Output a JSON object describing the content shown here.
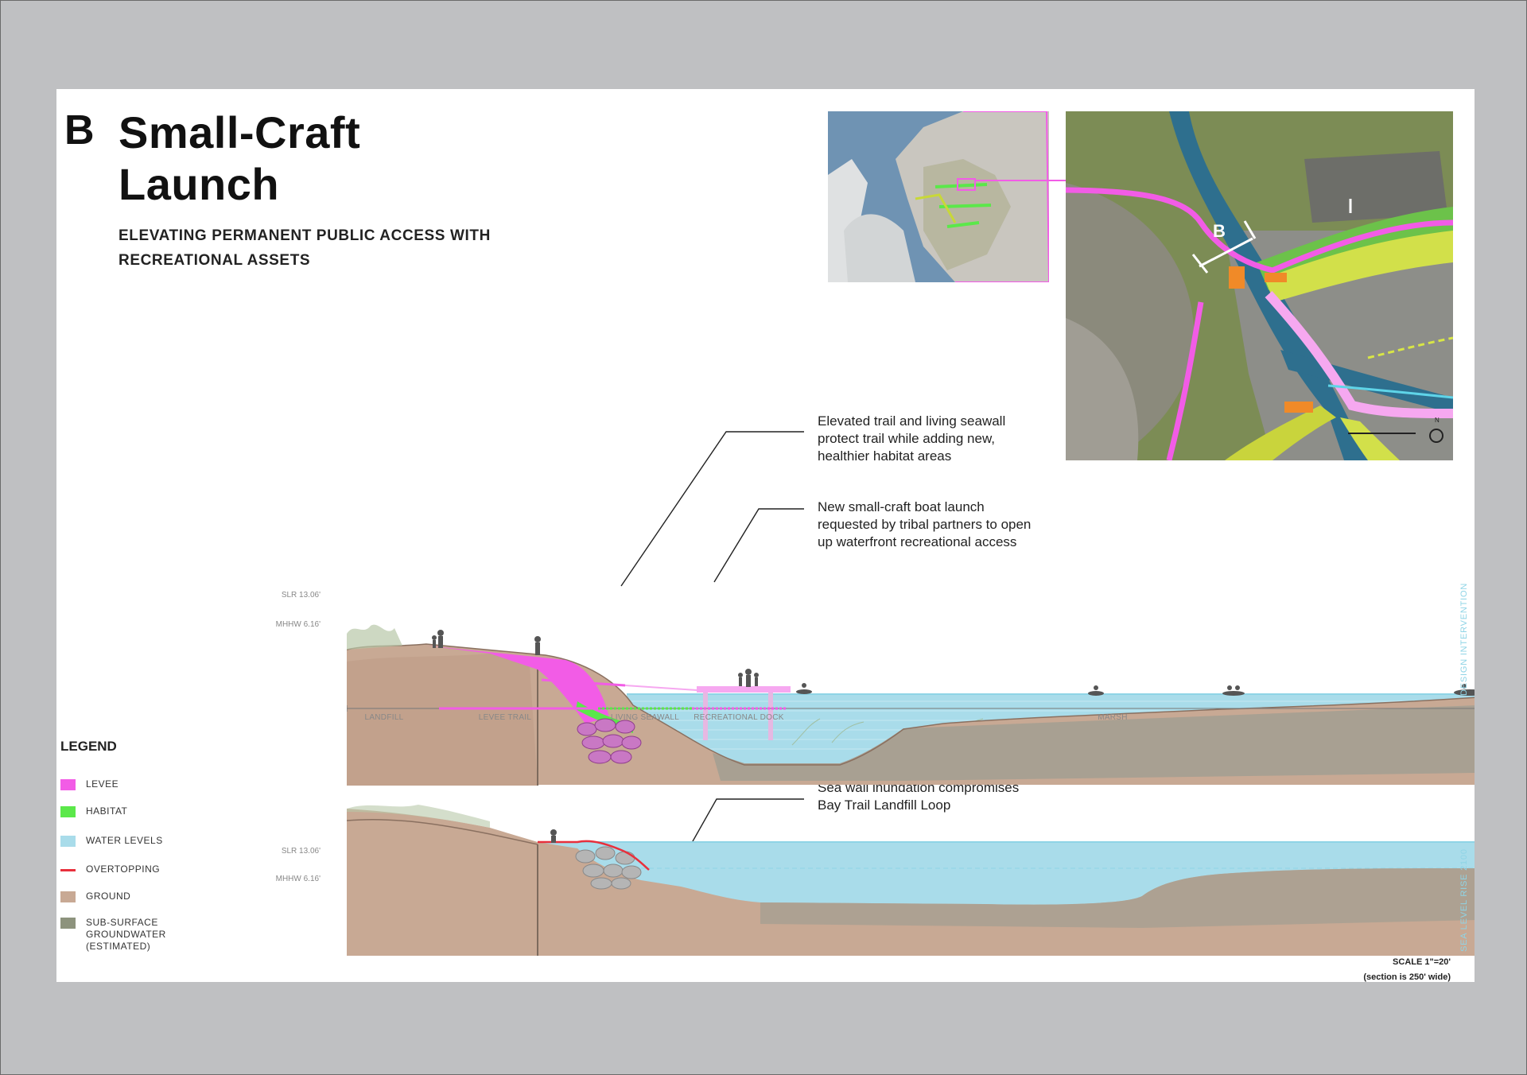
{
  "title": {
    "letter": "B",
    "line1": "Small-Craft",
    "line2": "Launch",
    "subtitle_line1": "ELEVATING PERMANENT PUBLIC ACCESS WITH",
    "subtitle_line2": "RECREATIONAL ASSETS"
  },
  "map": {
    "section_marker": "B",
    "north_marker": "N"
  },
  "callouts": {
    "trail": [
      "Elevated trail and living seawall",
      "protect trail while adding new,",
      "healthier  habitat areas"
    ],
    "launch": [
      "New small-craft boat launch",
      "requested by tribal partners to open",
      "up waterfront recreational access"
    ],
    "inundation": [
      "Sea wall inundation compromises",
      "Bay Trail Landfill Loop"
    ]
  },
  "sections": {
    "top": {
      "slr_label": "SLR 13.06'",
      "mhhw_label": "MHHW 6.16'",
      "side_label": "DESIGN INTERVENTION",
      "zones": [
        "LANDFILL",
        "LEVEE TRAIL",
        "LIVING SEAWALL",
        "RECREATIONAL DOCK",
        "MARSH"
      ]
    },
    "bottom": {
      "slr_label": "SLR 13.06'",
      "mhhw_label": "MHHW 6.16'",
      "side_label": "SEA LEVEL RISE 2100"
    }
  },
  "legend": {
    "title": "LEGEND",
    "items": [
      {
        "label": "LEVEE",
        "color": "#f25ce6"
      },
      {
        "label": "HABITAT",
        "color": "#5be84a"
      },
      {
        "label": "WATER LEVELS",
        "color": "#a9dcea"
      },
      {
        "label": "OVERTOPPING",
        "color": "#e8303c"
      },
      {
        "label": "GROUND",
        "color": "#c8a994"
      },
      {
        "label": "SUB-SURFACE GROUNDWATER (ESTIMATED)",
        "line1": "SUB-SURFACE",
        "line2": "GROUNDWATER",
        "line3": "(ESTIMATED)",
        "color": "#8d937d"
      }
    ]
  },
  "scale": {
    "line1": "SCALE 1\"=20'",
    "line2": "(section is 250' wide)"
  },
  "colors": {
    "levee": "#f25ce6",
    "habitat": "#5be84a",
    "water": "#a9dcea",
    "overtopping": "#e8303c",
    "ground": "#c8a994",
    "groundwater": "#8d937d"
  }
}
